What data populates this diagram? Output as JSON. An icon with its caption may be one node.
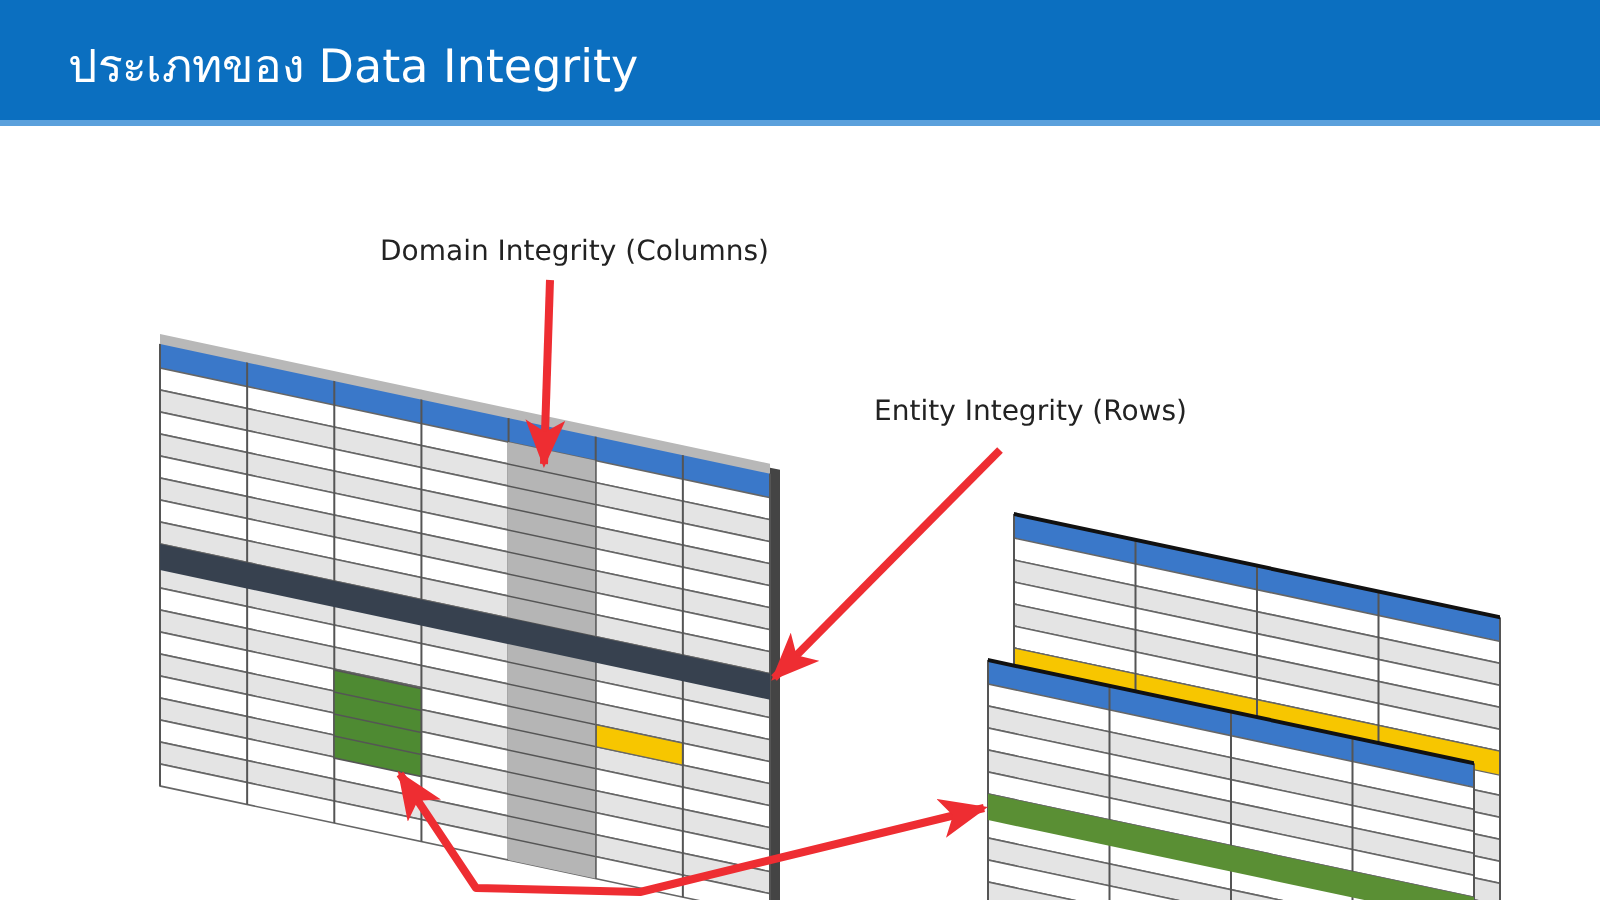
{
  "diagram": {
    "title": "ประเภทของ Data Integrity",
    "nodes": [
      {
        "text": [
          "Domain Integrity (Columns)"
        ]
      },
      {
        "text": [
          "Entity Integrity (Rows)"
        ]
      },
      {
        "text": [],
        "shape": "bar"
      },
      {
        "text": [],
        "shape": "bar"
      },
      {
        "text": [],
        "shape": "box"
      },
      {
        "text": [],
        "shape": "bar"
      }
    ],
    "edges": [
      {
        "from": 0,
        "to": 2,
        "arrow": "to"
      },
      {
        "from": 1,
        "to": 3,
        "arrow": "to"
      },
      {
        "from": 4,
        "to": 5,
        "arrow": "both"
      }
    ]
  }
}
